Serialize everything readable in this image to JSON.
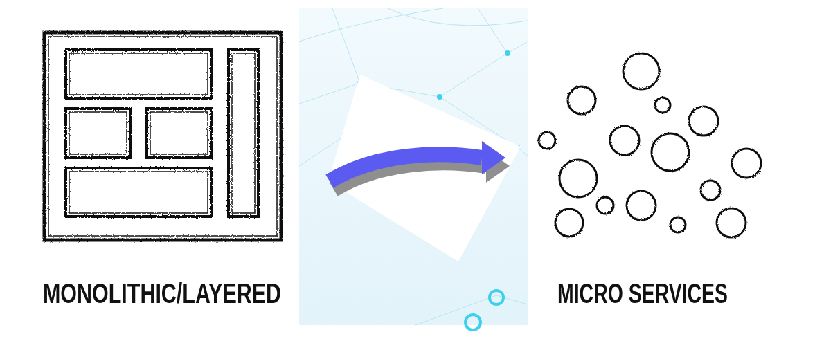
{
  "diagram": {
    "nodes": [
      {
        "text": [
          "MONOLITHIC/LAYERED"
        ]
      },
      {
        "text": [
          "MICRO SERVICES"
        ]
      }
    ],
    "edges": [
      {
        "from": 0,
        "to": 1,
        "arrow": "to"
      }
    ]
  }
}
